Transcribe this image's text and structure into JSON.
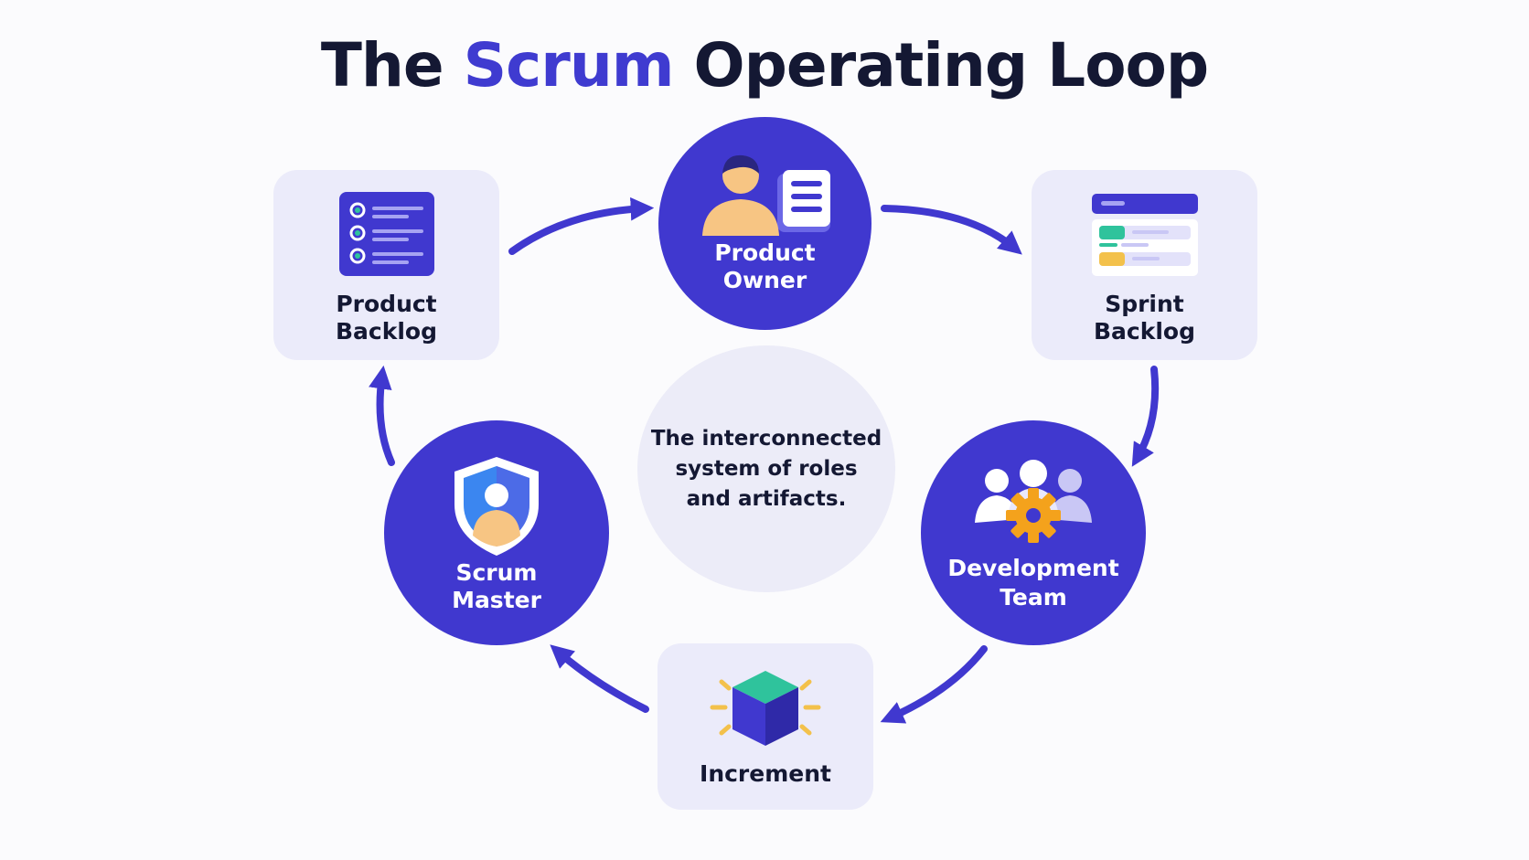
{
  "title": {
    "prefix": "The ",
    "accent": "Scrum",
    "suffix": " Operating Loop"
  },
  "center": {
    "text": "The interconnected\nsystem of roles\nand artifacts."
  },
  "nodes": {
    "product_backlog": {
      "label": "Product\nBacklog",
      "icon": "checklist-icon"
    },
    "product_owner": {
      "label": "Product\nOwner",
      "icon": "person-document-icon"
    },
    "sprint_backlog": {
      "label": "Sprint\nBacklog",
      "icon": "task-board-icon"
    },
    "development_team": {
      "label": "Development\nTeam",
      "icon": "team-gear-icon"
    },
    "increment": {
      "label": "Increment",
      "icon": "cube-icon"
    },
    "scrum_master": {
      "label": "Scrum\nMaster",
      "icon": "shield-person-icon"
    }
  },
  "flow": [
    "Product Backlog",
    "Product Owner",
    "Sprint Backlog",
    "Development Team",
    "Increment",
    "Scrum Master",
    "Product Backlog"
  ],
  "colors": {
    "primary": "#4038cf",
    "title_text": "#141833",
    "card_background": "#ebebfa",
    "center_background": "#ececf8",
    "skin": "#f7c583",
    "accent_green": "#2fc39c",
    "accent_yellow": "#f3c14b",
    "gear": "#f4a21c"
  }
}
